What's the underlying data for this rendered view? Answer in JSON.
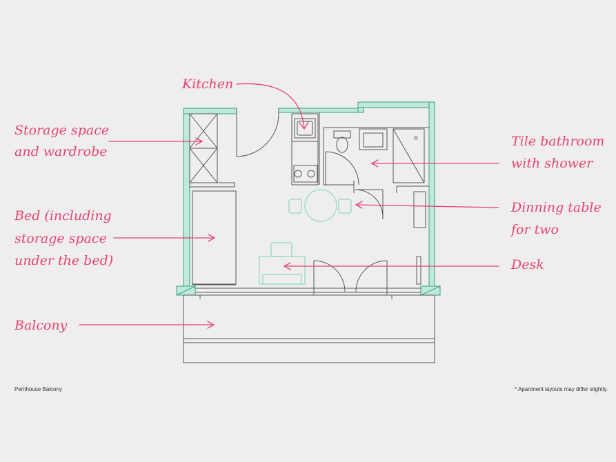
{
  "colors": {
    "background": "#eeeeee",
    "label_red": "#e8446f",
    "wall_green": "#4fc2a2",
    "fill_green": "#bfe9dc",
    "line_grey": "#555555",
    "furniture_teal": "#8fd8c4"
  },
  "labels": {
    "kitchen": "Kitchen",
    "storage_line1": "Storage space",
    "storage_line2": "and wardrobe",
    "bed_line1": "Bed (including",
    "bed_line2": "storage space",
    "bed_line3": "under the bed)",
    "balcony": "Balcony",
    "bathroom_line1": "Tile bathroom",
    "bathroom_line2": "with shower",
    "dining_line1": "Dinning table",
    "dining_line2": "for two",
    "desk": "Desk"
  },
  "footer": {
    "caption": "Penthouse Balcony",
    "disclaimer": "* Apartment layouts may differ slightly."
  }
}
